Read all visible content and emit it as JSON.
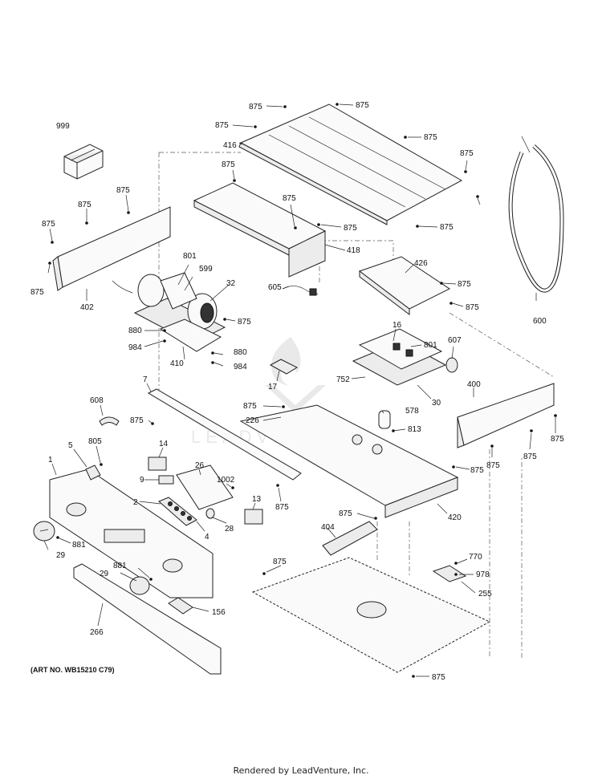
{
  "art_number": "(ART NO. WB15210 C79)",
  "footer": "Rendered by LeadVenture, Inc.",
  "watermark": "LEADVENTURE",
  "labels": [
    {
      "id": "l875a",
      "text": "875"
    },
    {
      "id": "l875b",
      "text": "875"
    },
    {
      "id": "l875c",
      "text": "875"
    },
    {
      "id": "l416",
      "text": "416"
    },
    {
      "id": "l875d",
      "text": "875"
    },
    {
      "id": "l875e",
      "text": "875"
    },
    {
      "id": "l999",
      "text": "999"
    },
    {
      "id": "l875f",
      "text": "875"
    },
    {
      "id": "l875g",
      "text": "875"
    },
    {
      "id": "l875h",
      "text": "875"
    },
    {
      "id": "l875i",
      "text": "875"
    },
    {
      "id": "l875j",
      "text": "875"
    },
    {
      "id": "l875k",
      "text": "875"
    },
    {
      "id": "l875l",
      "text": "875"
    },
    {
      "id": "l418",
      "text": "418"
    },
    {
      "id": "l801a",
      "text": "801"
    },
    {
      "id": "l599",
      "text": "599"
    },
    {
      "id": "l32",
      "text": "32"
    },
    {
      "id": "l402",
      "text": "402"
    },
    {
      "id": "l875m",
      "text": "875"
    },
    {
      "id": "l605",
      "text": "605"
    },
    {
      "id": "l426",
      "text": "426"
    },
    {
      "id": "l875n",
      "text": "875"
    },
    {
      "id": "l875o",
      "text": "875"
    },
    {
      "id": "l600",
      "text": "600"
    },
    {
      "id": "l875p",
      "text": "875"
    },
    {
      "id": "l880a",
      "text": "880"
    },
    {
      "id": "l984a",
      "text": "984"
    },
    {
      "id": "l410",
      "text": "410"
    },
    {
      "id": "l880b",
      "text": "880"
    },
    {
      "id": "l984b",
      "text": "984"
    },
    {
      "id": "l16",
      "text": "16"
    },
    {
      "id": "l801b",
      "text": "801"
    },
    {
      "id": "l607",
      "text": "607"
    },
    {
      "id": "l17",
      "text": "17"
    },
    {
      "id": "l752",
      "text": "752"
    },
    {
      "id": "l30",
      "text": "30"
    },
    {
      "id": "l7",
      "text": "7"
    },
    {
      "id": "l400",
      "text": "400"
    },
    {
      "id": "l608",
      "text": "608"
    },
    {
      "id": "l875q",
      "text": "875"
    },
    {
      "id": "l226",
      "text": "226"
    },
    {
      "id": "l578",
      "text": "578"
    },
    {
      "id": "l875r",
      "text": "875"
    },
    {
      "id": "l813",
      "text": "813"
    },
    {
      "id": "l875s",
      "text": "875"
    },
    {
      "id": "l805",
      "text": "805"
    },
    {
      "id": "l14",
      "text": "14"
    },
    {
      "id": "l5",
      "text": "5"
    },
    {
      "id": "l1",
      "text": "1"
    },
    {
      "id": "l26",
      "text": "26"
    },
    {
      "id": "l875t",
      "text": "875"
    },
    {
      "id": "l875u",
      "text": "875"
    },
    {
      "id": "l875v",
      "text": "875"
    },
    {
      "id": "l9",
      "text": "9"
    },
    {
      "id": "l1002",
      "text": "1002"
    },
    {
      "id": "l875w",
      "text": "875"
    },
    {
      "id": "l2",
      "text": "2"
    },
    {
      "id": "l13",
      "text": "13"
    },
    {
      "id": "l420",
      "text": "420"
    },
    {
      "id": "l4",
      "text": "4"
    },
    {
      "id": "l28",
      "text": "28"
    },
    {
      "id": "l875x",
      "text": "875"
    },
    {
      "id": "l404",
      "text": "404"
    },
    {
      "id": "l29a",
      "text": "29"
    },
    {
      "id": "l881a",
      "text": "881"
    },
    {
      "id": "l875y",
      "text": "875"
    },
    {
      "id": "l770",
      "text": "770"
    },
    {
      "id": "l29b",
      "text": "29"
    },
    {
      "id": "l881b",
      "text": "881"
    },
    {
      "id": "l978",
      "text": "978"
    },
    {
      "id": "l255",
      "text": "255"
    },
    {
      "id": "l156",
      "text": "156"
    },
    {
      "id": "l266",
      "text": "266"
    },
    {
      "id": "l875z",
      "text": "875"
    }
  ]
}
